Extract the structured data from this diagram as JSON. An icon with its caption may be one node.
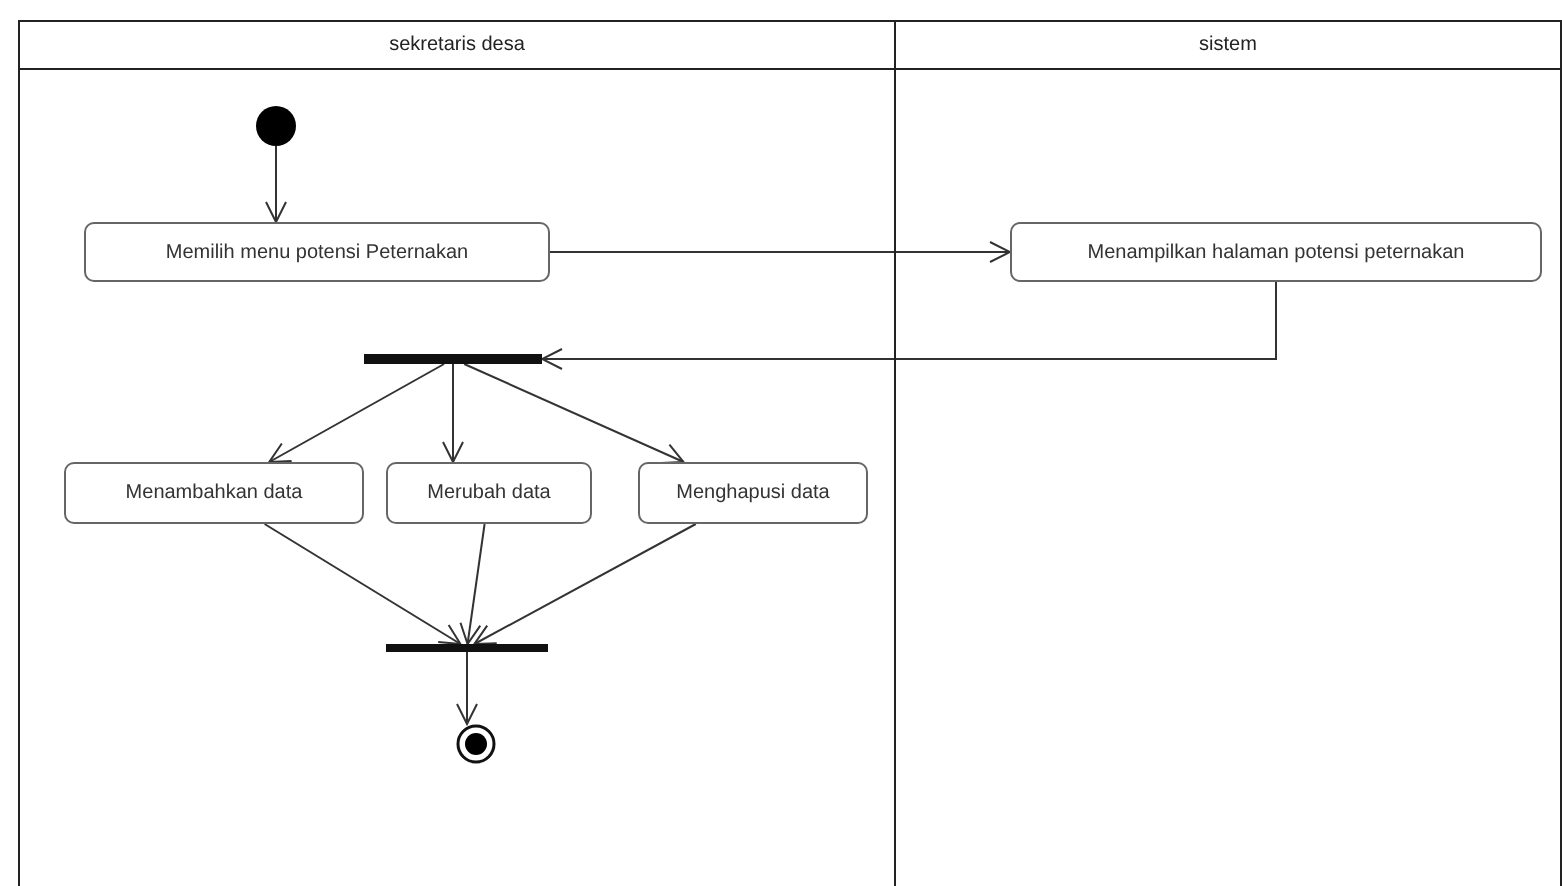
{
  "diagram": {
    "nodes": [
      {
        "text": [
          "sekretaris desa"
        ]
      },
      {
        "text": [],
        "shape": "circle",
        "in": 0
      },
      {
        "text": [
          "Memilih menu potensi Peternakan"
        ],
        "in": 0
      },
      {
        "text": [],
        "shape": "bar",
        "in": 0
      },
      {
        "text": [
          "Menambahkan data"
        ],
        "in": 0
      },
      {
        "text": [
          "Merubah data"
        ],
        "in": 0
      },
      {
        "text": [
          "Menghapusi data"
        ],
        "in": 0
      },
      {
        "text": [],
        "shape": "bar",
        "in": 0
      },
      {
        "text": [],
        "shape": "circle",
        "in": 0
      },
      {
        "text": [
          "sistem"
        ]
      },
      {
        "text": [
          "Menampilkan halaman potensi peternakan"
        ],
        "in": 9
      }
    ],
    "edges": [
      {
        "from": 1,
        "to": 2,
        "arrow": "to"
      },
      {
        "from": 2,
        "to": 10,
        "arrow": "to"
      },
      {
        "from": 10,
        "to": 3,
        "arrow": "to"
      },
      {
        "from": 3,
        "to": 4,
        "arrow": "to"
      },
      {
        "from": 3,
        "to": 5,
        "arrow": "to"
      },
      {
        "from": 3,
        "to": 6,
        "arrow": "to"
      },
      {
        "from": 4,
        "to": 7,
        "arrow": "to"
      },
      {
        "from": 5,
        "to": 7,
        "arrow": "to"
      },
      {
        "from": 6,
        "to": 7,
        "arrow": "to"
      },
      {
        "from": 7,
        "to": 8,
        "arrow": "to"
      }
    ]
  }
}
